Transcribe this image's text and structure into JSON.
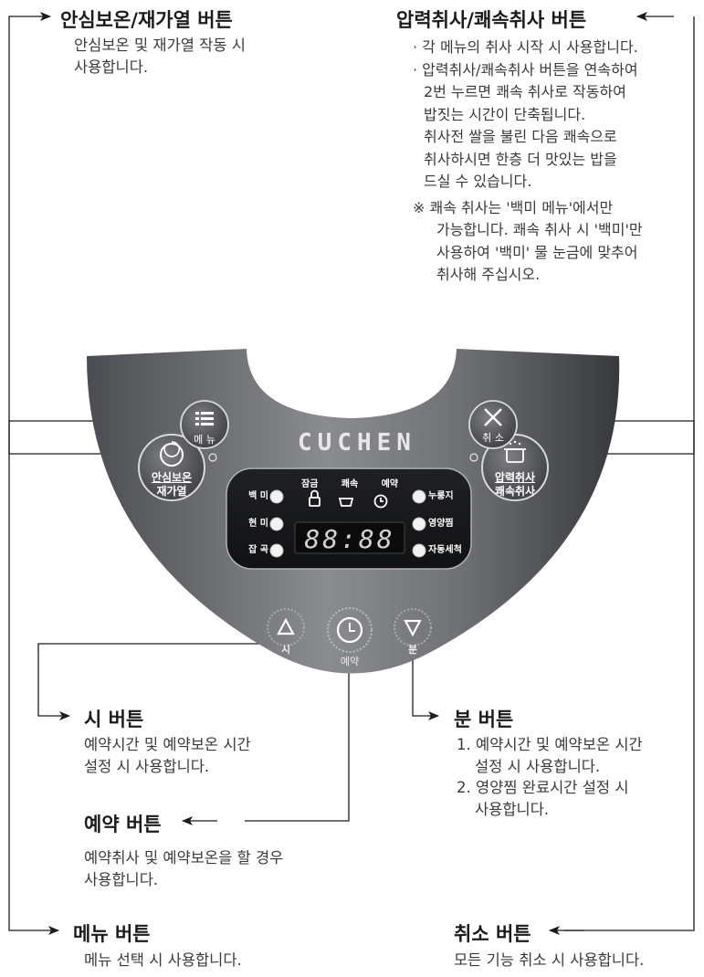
{
  "panel": {
    "brand": "CUCHEN",
    "left_button": {
      "line1": "안심보온",
      "line2": "재가열"
    },
    "right_button": {
      "line1": "압력취사",
      "line2": "쾌속취사"
    },
    "menu_button": "메 뉴",
    "cancel_button": "취 소",
    "hour_button": "시",
    "reserve_button": "예약",
    "minute_button": "분",
    "top_indicators": [
      "잠금",
      "쾌속",
      "예약"
    ],
    "left_indicators": [
      "백 미",
      "현 미",
      "잡 곡"
    ],
    "right_indicators": [
      "누룽지",
      "영양찜",
      "자동세척"
    ],
    "display": "88:88"
  },
  "callouts": {
    "keepwarm": {
      "title": "안심보온/재가열 버튼",
      "lines": [
        "안심보온 및 재가열 작동 시",
        "사용합니다."
      ]
    },
    "pressure": {
      "title": "압력취사/쾌속취사 버튼",
      "lines": [
        "· 각 메뉴의 취사 시작 시 사용합니다.",
        "· 압력취사/쾌속취사 버튼을 연속하여",
        "2번 누르면 쾌속 취사로 작동하여",
        "밥짓는 시간이 단축됩니다.",
        "취사전 쌀을 불린 다음 쾌속으로",
        "취사하시면 한층 더 맛있는 밥을",
        "드실 수 있습니다."
      ],
      "note_lines": [
        "※ 쾌속 취사는 '백미 메뉴'에서만",
        "가능합니다. 쾌속 취사 시 '백미'만",
        "사용하여 '백미' 물 눈금에 맞추어",
        "취사해 주십시오."
      ]
    },
    "hour": {
      "title": "시 버튼",
      "lines": [
        "예약시간 및 예약보온 시간",
        "설정 시 사용합니다."
      ]
    },
    "minute": {
      "title": "분 버튼",
      "lines": [
        "1. 예약시간 및 예약보온 시간",
        "설정 시 사용합니다.",
        "2. 영양찜 완료시간 설정 시",
        "사용합니다."
      ]
    },
    "reserve": {
      "title": "예약 버튼",
      "lines": [
        "예약취사 및 예약보온을 할 경우",
        "사용합니다."
      ]
    },
    "menu": {
      "title": "메뉴 버튼",
      "lines": [
        "메뉴 선택 시 사용합니다."
      ]
    },
    "cancel": {
      "title": "취소 버튼",
      "lines": [
        "모든 기능 취소 시 사용합니다."
      ]
    }
  }
}
